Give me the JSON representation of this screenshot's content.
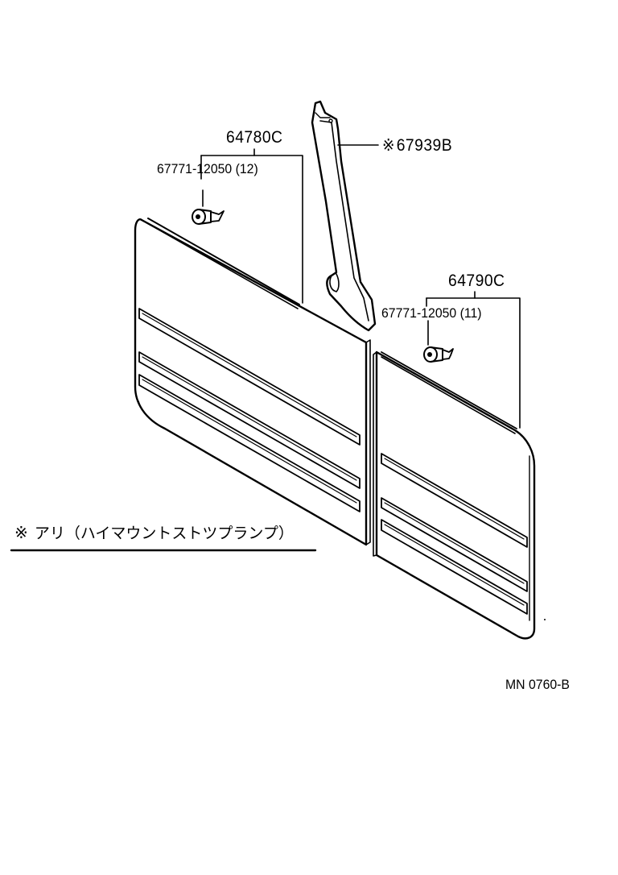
{
  "parts": {
    "left_trim": {
      "part_number": "64780C"
    },
    "left_clip": {
      "part_number": "67771-12050",
      "quantity": "(12)"
    },
    "pillar_trim": {
      "reference_mark": "※",
      "part_number": "67939B"
    },
    "right_trim": {
      "part_number": "64790C"
    },
    "right_clip": {
      "part_number": "67771-12050",
      "quantity": "(11)"
    }
  },
  "note": {
    "mark": "※",
    "text": "アリ（ハイマウントストツプランプ）"
  },
  "diagram_code": "MN 0760-B",
  "colors": {
    "ink": "#000000",
    "paper": "#ffffff"
  }
}
